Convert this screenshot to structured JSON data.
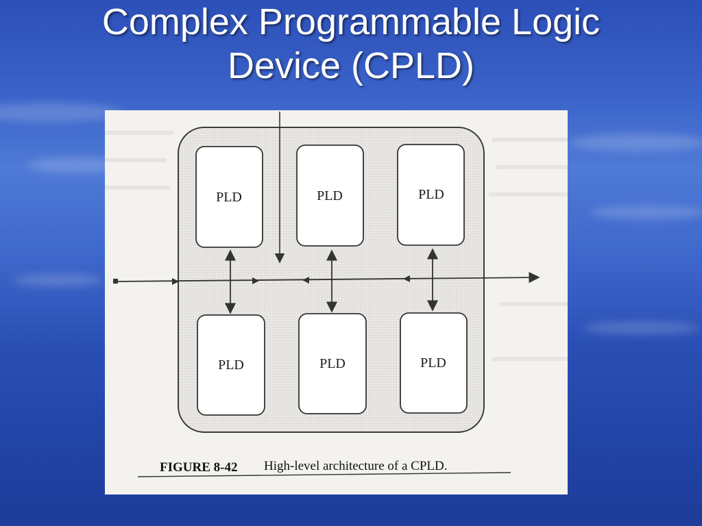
{
  "slide": {
    "title_line1": "Complex Programmable Logic",
    "title_line2": "Device (CPLD)"
  },
  "figure": {
    "blocks": [
      "PLD",
      "PLD",
      "PLD",
      "PLD",
      "PLD",
      "PLD"
    ],
    "caption_label": "FIGURE 8-42",
    "caption_text": "High-level architecture of a CPLD."
  },
  "colors": {
    "background_blue": "#3a63c9",
    "title_text": "#ffffff",
    "figure_paper": "#f4f2ef",
    "line": "#333333"
  }
}
